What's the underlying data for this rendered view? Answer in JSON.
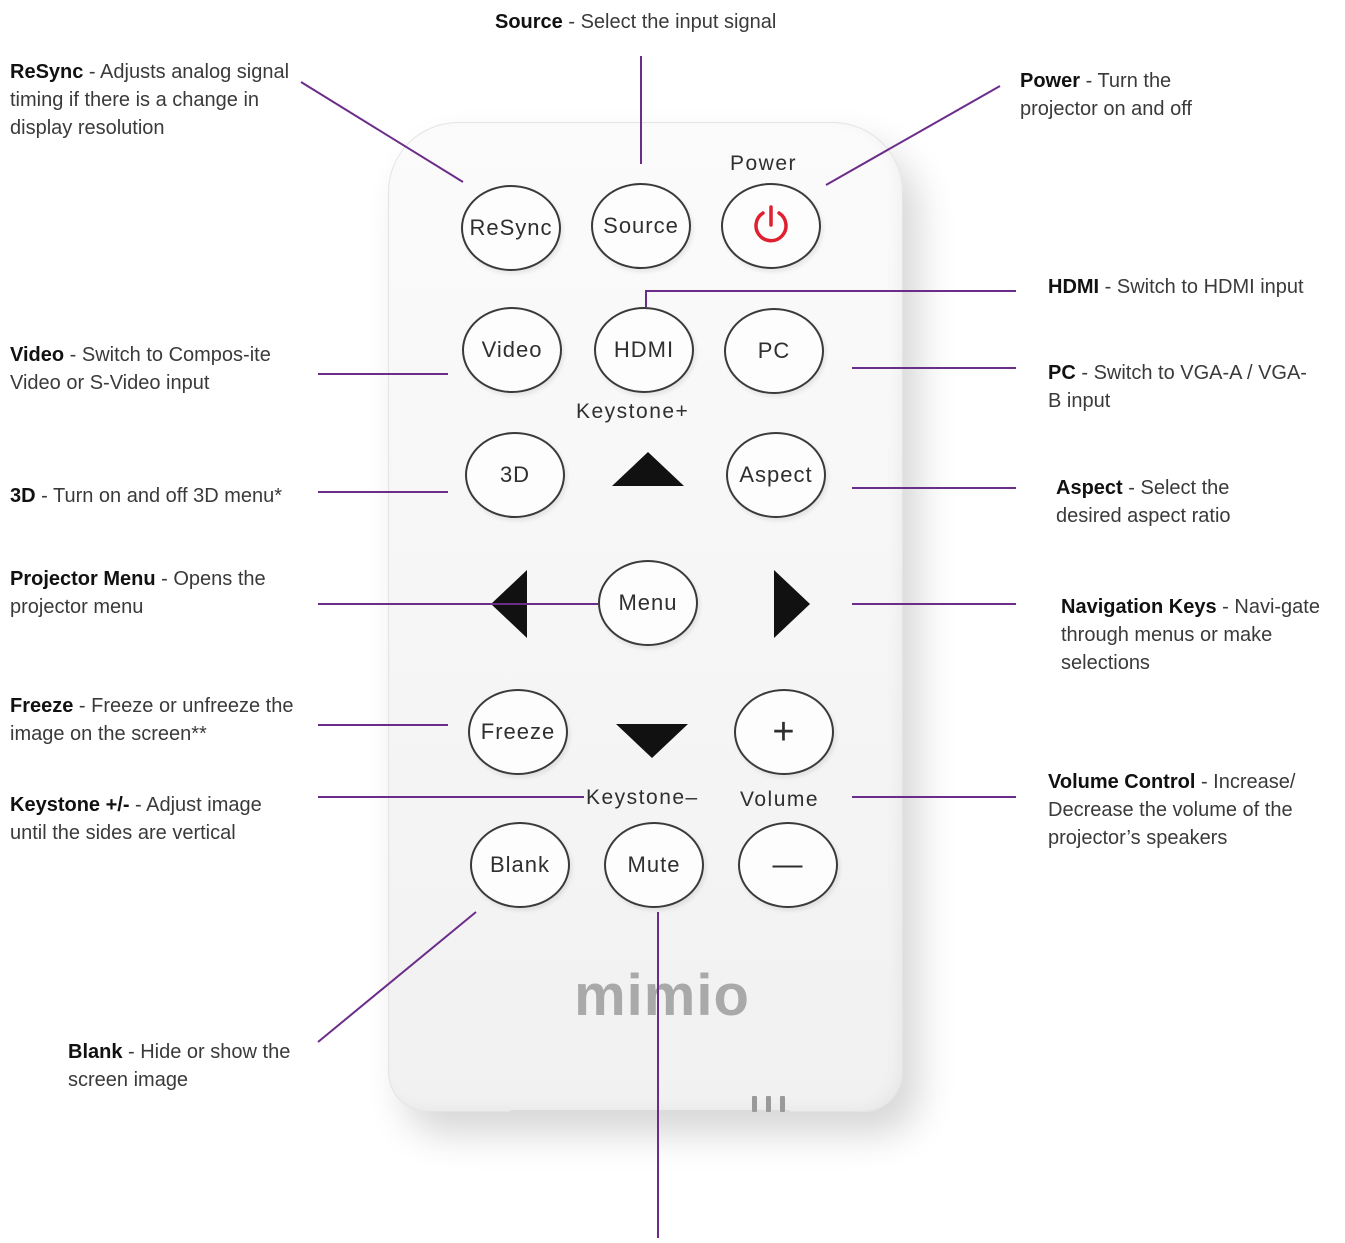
{
  "remote": {
    "buttons": {
      "resync": "ReSync",
      "source": "Source",
      "video": "Video",
      "hdmi": "HDMI",
      "pc": "PC",
      "threed": "3D",
      "aspect": "Aspect",
      "menu": "Menu",
      "freeze": "Freeze",
      "plus": "+",
      "blank": "Blank",
      "mute": "Mute",
      "minus": "—"
    },
    "labels": {
      "power": "Power",
      "keystone_plus": "Keystone+",
      "keystone_minus": "Keystone–",
      "volume": "Volume"
    },
    "logo": "mimio"
  },
  "callouts": {
    "source": {
      "title": "Source",
      "text": " - Select the input signal"
    },
    "resync": {
      "title": "ReSync",
      "text": " - Adjusts analog signal timing if there is a change in display resolution"
    },
    "power": {
      "title": "Power",
      "text": " - Turn the projector on and off"
    },
    "hdmi": {
      "title": "HDMI",
      "text": " - Switch to HDMI input"
    },
    "video": {
      "title": "Video",
      "text": " - Switch to Compos-ite Video or S-Video input"
    },
    "pc": {
      "title": "PC",
      "text": " - Switch to VGA-A / VGA-B input"
    },
    "threed": {
      "title": "3D",
      "text": " - Turn on and off 3D menu*"
    },
    "aspect": {
      "title": "Aspect",
      "text": " - Select the desired aspect ratio"
    },
    "menu": {
      "title": "Projector Menu",
      "text": " - Opens the projector menu"
    },
    "nav": {
      "title": "Navigation Keys",
      "text": " - Navi-gate through menus or make selections"
    },
    "freeze": {
      "title": "Freeze",
      "text": " - Freeze or unfreeze the image on the screen**"
    },
    "keystone": {
      "title": "Keystone +/-",
      "text": " - Adjust image until the sides are vertical"
    },
    "volume": {
      "title": "Volume Control",
      "text": " - Increase/ Decrease the volume of the projector’s speakers"
    },
    "blank": {
      "title": "Blank",
      "text": " - Hide or show the screen image"
    }
  },
  "colors": {
    "leader": "#6b2c8a",
    "power_icon": "#e0202f"
  }
}
